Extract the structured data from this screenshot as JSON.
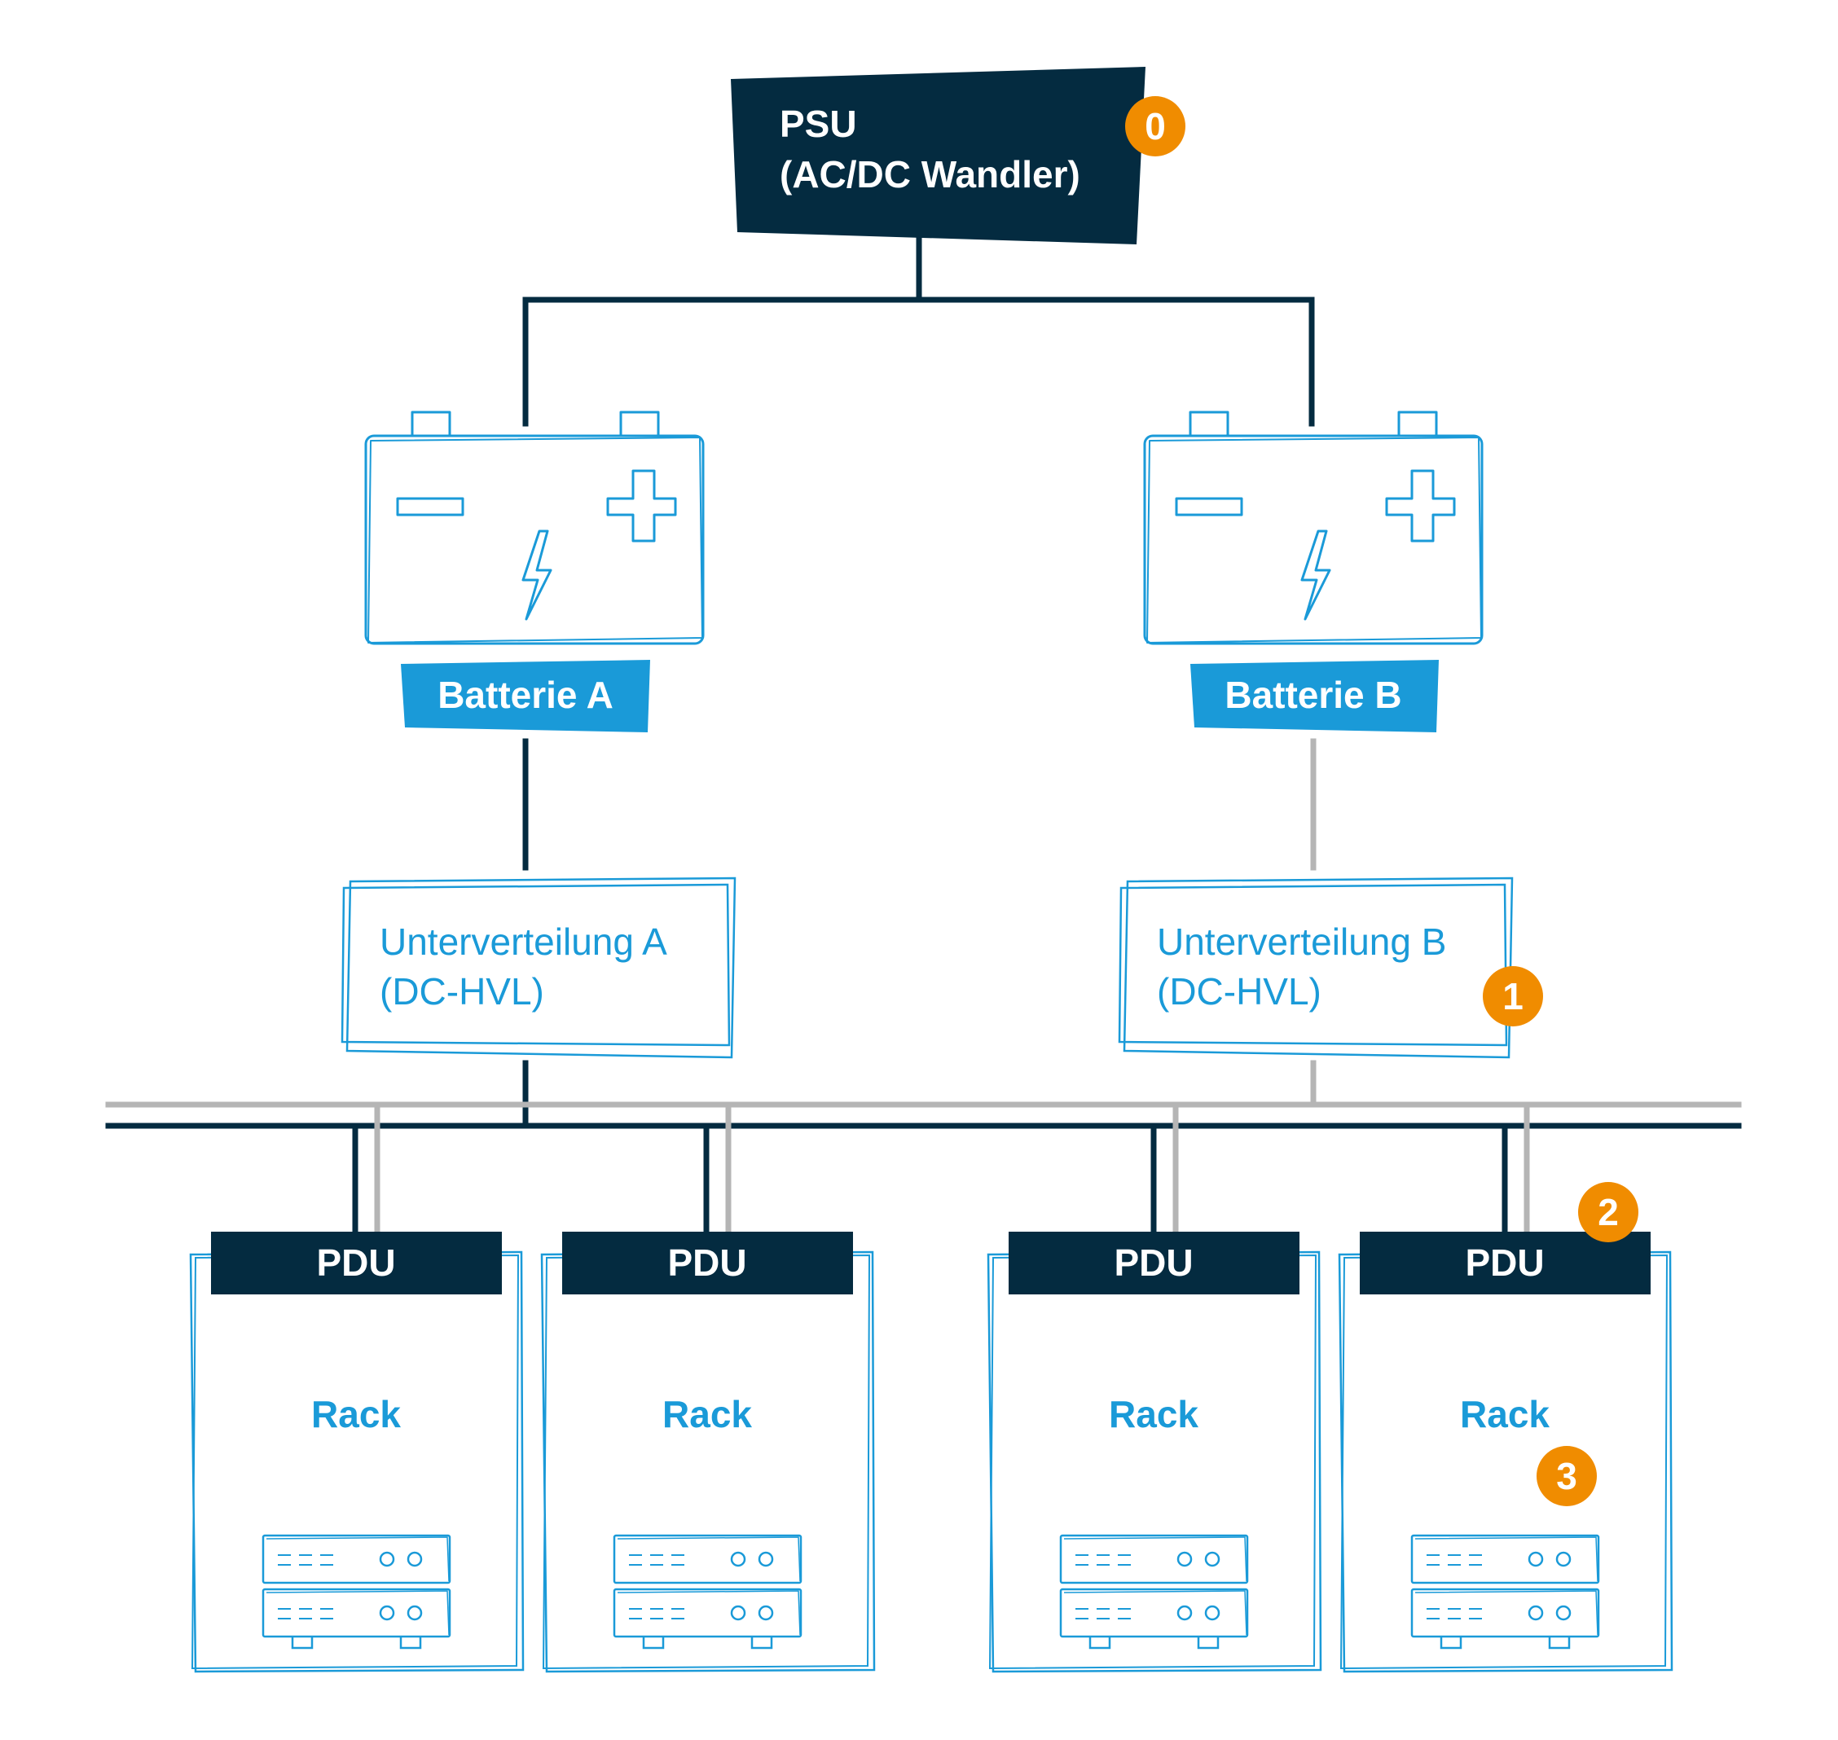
{
  "colors": {
    "navy": "#042b40",
    "blue": "#1a9ad8",
    "orange": "#f08c00",
    "gray": "#b5b5b5",
    "white": "#ffffff"
  },
  "psu": {
    "line1": "PSU",
    "line2": "(AC/DC Wandler)",
    "badge": "0"
  },
  "batteries": [
    {
      "label": "Batterie A",
      "icon": "battery-icon"
    },
    {
      "label": "Batterie B",
      "icon": "battery-icon"
    }
  ],
  "distributions": [
    {
      "line1": "Unterverteilung A",
      "line2": "(DC-HVL)"
    },
    {
      "line1": "Unterverteilung B",
      "line2": "(DC-HVL)",
      "badge": "1"
    }
  ],
  "racks": [
    {
      "pdu": "PDU",
      "rack": "Rack",
      "icon": "server-icon"
    },
    {
      "pdu": "PDU",
      "rack": "Rack",
      "icon": "server-icon"
    },
    {
      "pdu": "PDU",
      "rack": "Rack",
      "icon": "server-icon"
    },
    {
      "pdu": "PDU",
      "rack": "Rack",
      "icon": "server-icon",
      "pdu_badge": "2",
      "rack_badge": "3"
    }
  ]
}
